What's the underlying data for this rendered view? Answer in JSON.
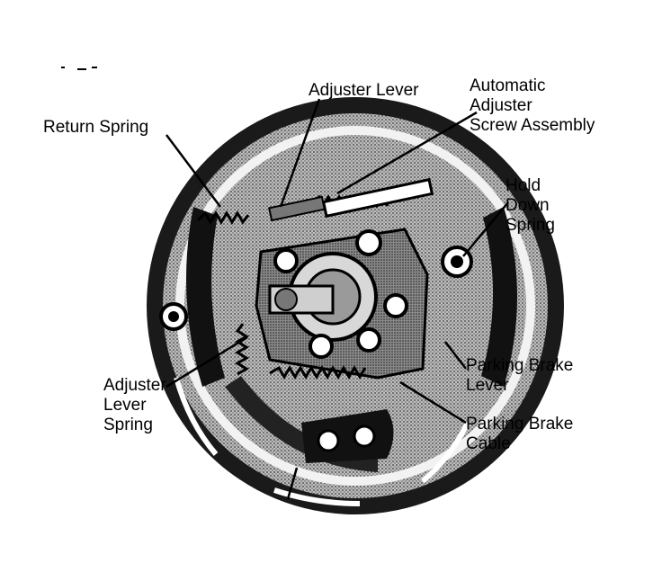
{
  "labels": {
    "adjuster_lever": "Adjuster Lever",
    "automatic_adjuster": [
      "Automatic",
      "Adjuster",
      "Screw Assembly"
    ],
    "return_spring": "Return Spring",
    "hold_down_spring": [
      "Hold",
      "Down",
      "Spring"
    ],
    "adjuster_lever_spring": [
      "Adjuster",
      "Lever",
      "Spring"
    ],
    "parking_brake_lever": [
      "Parking Brake",
      "Lever"
    ],
    "parking_brake_cable": [
      "Parking Brake",
      "Cable"
    ]
  },
  "colors": {
    "ink": "#000000",
    "paper": "#ffffff",
    "shade": "#6e6e6e"
  }
}
